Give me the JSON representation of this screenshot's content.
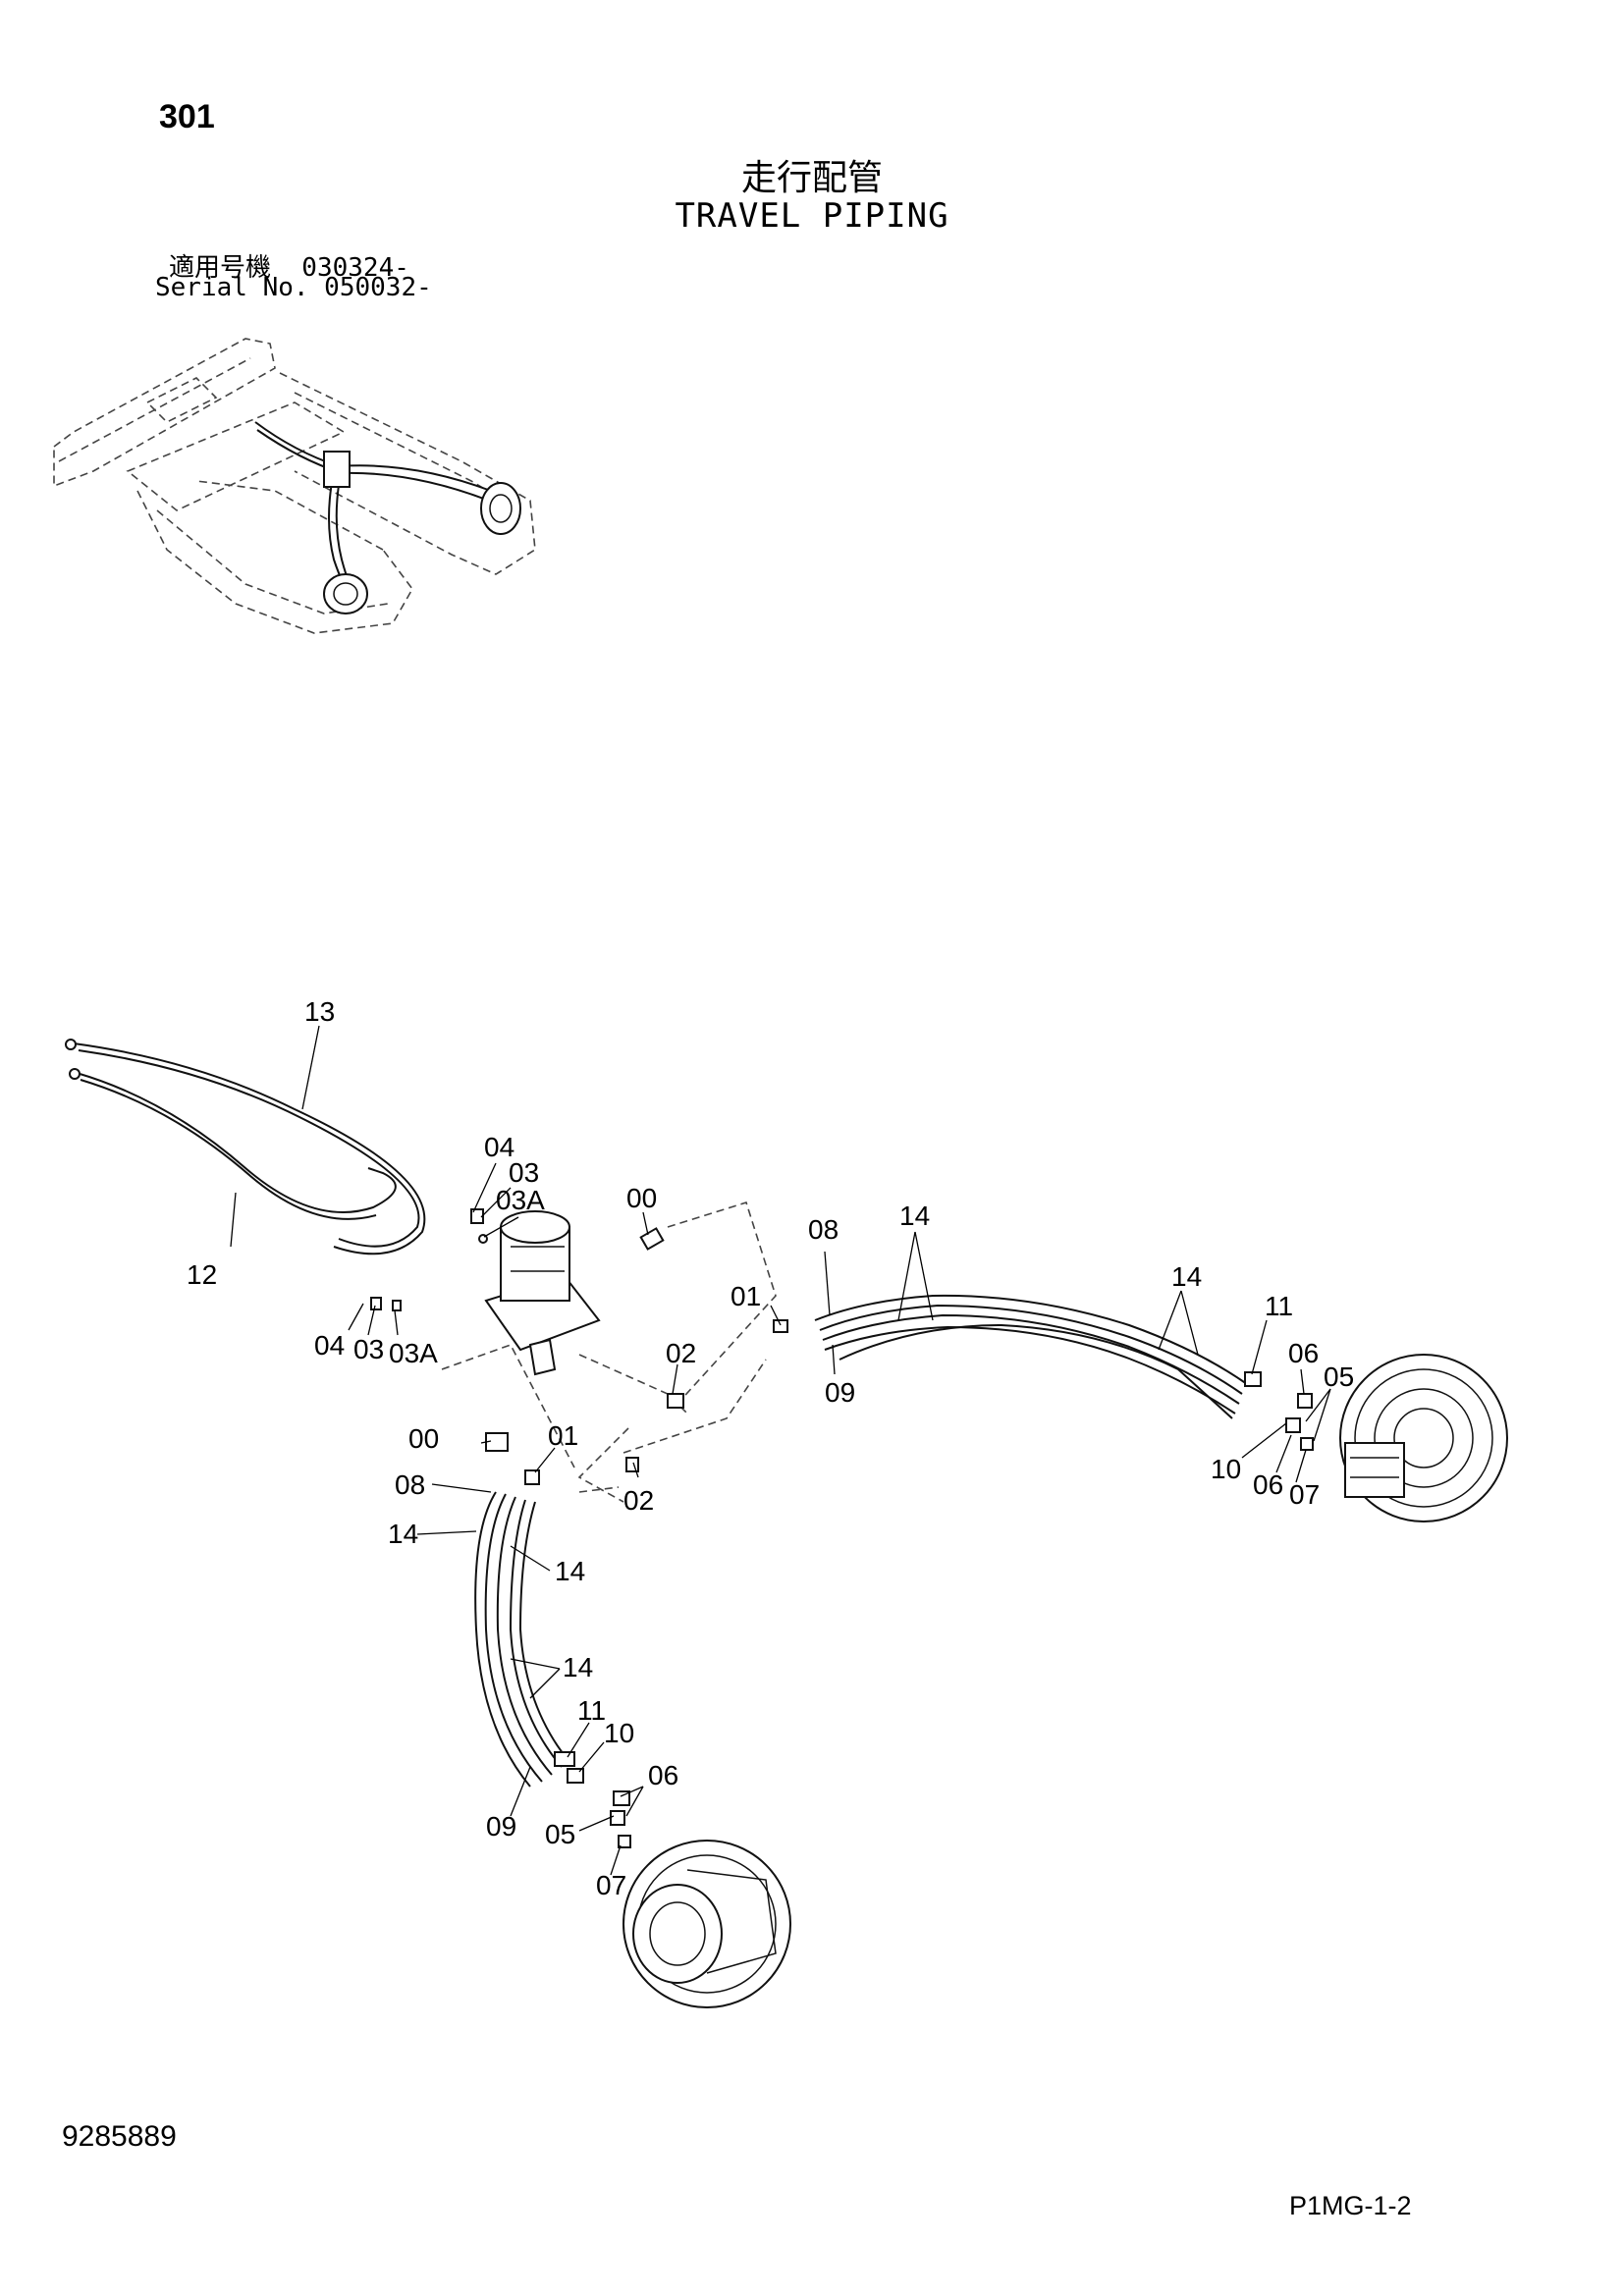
{
  "header": {
    "page_number": "301",
    "title_jp": "走行配管",
    "title_en": "TRAVEL PIPING",
    "serial_jp": "適用号機  030324-",
    "serial_en": "Serial No. 050032-"
  },
  "footer": {
    "doc_number": "9285889",
    "page_code": "P1MG-1-2"
  },
  "callouts": [
    "13",
    "12",
    "04",
    "03",
    "03A",
    "00",
    "08",
    "14",
    "14",
    "01",
    "09",
    "11",
    "06",
    "05",
    "02",
    "10",
    "06",
    "07",
    "04",
    "03",
    "03A",
    "00",
    "01",
    "08",
    "02",
    "14",
    "14",
    "14",
    "11",
    "10",
    "06",
    "09",
    "05",
    "07"
  ]
}
